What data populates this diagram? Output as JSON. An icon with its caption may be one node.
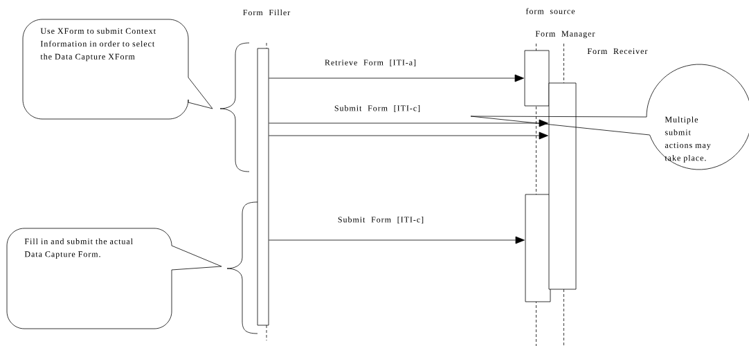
{
  "diagram": {
    "nodes": [
      {
        "text": [],
        "shape": "bar"
      },
      {
        "text": [],
        "shape": "bar"
      },
      {
        "text": [],
        "shape": "bar"
      },
      {
        "text": [],
        "shape": "bar"
      },
      {
        "text": [
          "Use XForm to submit Context Information in order to select the Data Capture XForm"
        ]
      },
      {
        "text": [
          "Multiple submit actions may take place."
        ]
      },
      {
        "text": [
          "Fill in and submit the actual Data Capture Form."
        ]
      }
    ],
    "edges": [
      {
        "from": 0,
        "to": 1,
        "arrow": "to",
        "label": "Retrieve Form [ITI-a]"
      },
      {
        "from": 0,
        "to": 2,
        "arrow": "to",
        "label": "Submit Form [ITI-c]"
      },
      {
        "from": 0,
        "to": 2,
        "arrow": "to"
      },
      {
        "from": 0,
        "to": 3,
        "arrow": "to",
        "label": "Submit Form [ITI-c]"
      }
    ],
    "labels": [
      "Form Filler",
      "form source",
      "Form Manager",
      "Form Receiver"
    ]
  }
}
